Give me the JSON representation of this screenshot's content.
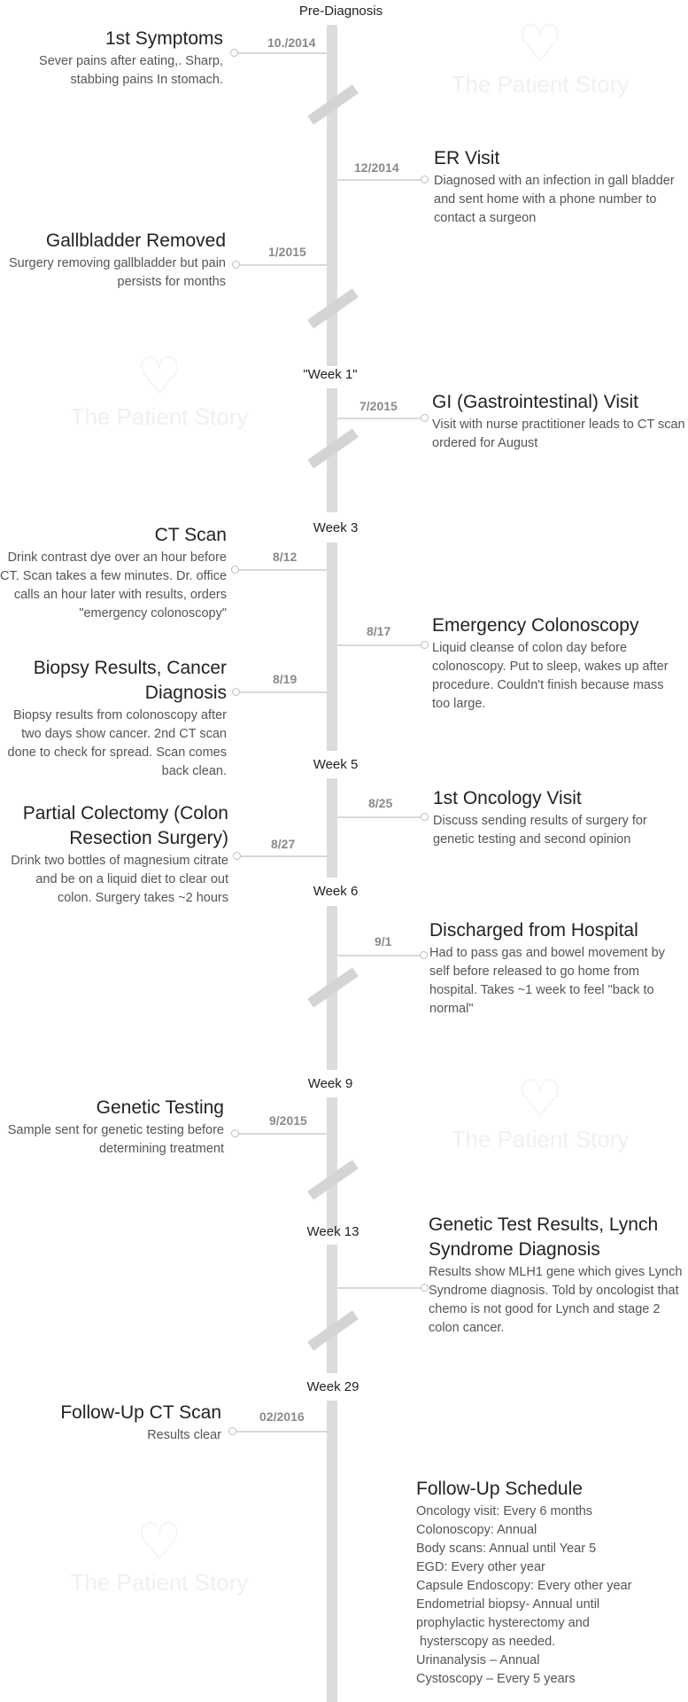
{
  "phases": {
    "pre_diagnosis": "Pre-Diagnosis",
    "week1": "\"Week 1\"",
    "week3": "Week 3",
    "week5": "Week 5",
    "week6": "Week 6",
    "week9": "Week 9",
    "week13": "Week 13",
    "week29": "Week 29"
  },
  "watermark": "The Patient Story",
  "events": [
    {
      "date": "10./2014",
      "title": "1st Symptoms",
      "desc": "Sever pains after eating,. Sharp, stabbing pains In stomach."
    },
    {
      "date": "12/2014",
      "title": "ER Visit",
      "desc": "Diagnosed with an infection in gall bladder and sent home with a phone number to contact a surgeon"
    },
    {
      "date": "1/2015",
      "title": "Gallbladder Removed",
      "desc": "Surgery removing gallbladder but pain persists for months"
    },
    {
      "date": "7/2015",
      "title": "GI (Gastrointestinal) Visit",
      "desc": "Visit with nurse practitioner leads to CT scan ordered for August"
    },
    {
      "date": "8/12",
      "title": "CT Scan",
      "desc": "Drink contrast dye over an hour before CT. Scan takes a few minutes. Dr. office calls an hour later with results, orders \"emergency colonoscopy\""
    },
    {
      "date": "8/17",
      "title": "Emergency Colonoscopy",
      "desc": "Liquid cleanse of colon day before colonoscopy. Put to sleep, wakes up after procedure. Couldn't finish because mass too large."
    },
    {
      "date": "8/19",
      "title": "Biopsy Results, Cancer Diagnosis",
      "desc": "Biopsy results from colonoscopy after two days show cancer. 2nd CT scan done to check for spread. Scan comes back clean."
    },
    {
      "date": "8/25",
      "title": "1st Oncology Visit",
      "desc": "Discuss sending results of surgery for genetic testing and second opinion"
    },
    {
      "date": "8/27",
      "title": "Partial Colectomy (Colon Resection Surgery)",
      "desc": "Drink two bottles of magnesium citrate and be on a liquid diet to clear out colon. Surgery takes ~2 hours"
    },
    {
      "date": "9/1",
      "title": "Discharged from Hospital",
      "desc": "Had to pass gas and bowel movement by self before released to go home from hospital. Takes ~1 week to feel \"back to normal\""
    },
    {
      "date": "9/2015",
      "title": "Genetic Testing",
      "desc": "Sample sent for genetic testing before determining treatment"
    },
    {
      "date": "",
      "title": "Genetic Test Results, Lynch Syndrome Diagnosis",
      "desc": "Results show MLH1 gene which gives Lynch Syndrome diagnosis. Told by oncologist that chemo is not good for Lynch and stage 2 colon cancer."
    },
    {
      "date": "02/2016",
      "title": "Follow-Up CT Scan",
      "desc": "Results clear"
    }
  ],
  "schedule": {
    "title": "Follow-Up Schedule",
    "lines": [
      "Oncology visit: Every 6 months",
      "Colonoscopy: Annual",
      "Body scans: Annual until Year 5",
      "EGD: Every other year",
      "Capsule Endoscopy: Every other year",
      "Endometrial biopsy- Annual until",
      "prophylactic hysterectomy and",
      " hysterscopy as needed.",
      "Urinanalysis – Annual",
      "Cystoscopy – Every 5 years"
    ]
  }
}
